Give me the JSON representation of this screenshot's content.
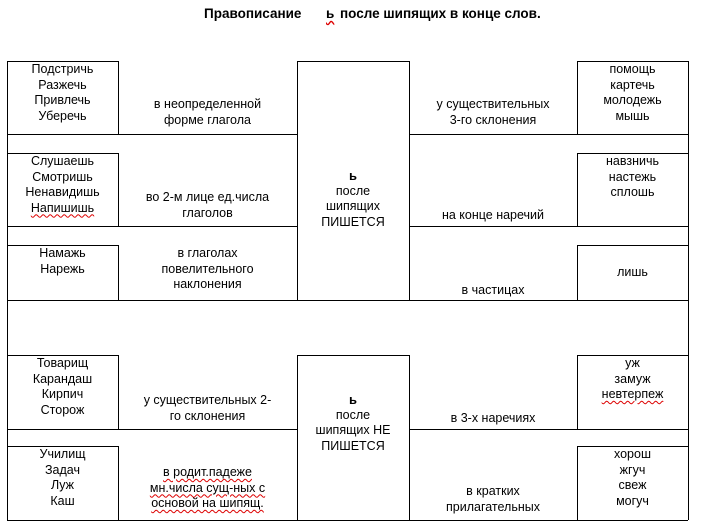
{
  "title": {
    "part1": "Правописание",
    "soft_sign": "ь",
    "part2": "после шипящих в конце слов."
  },
  "pishetsya": {
    "center": {
      "sign": "ь",
      "line1": "после",
      "line2": "шипящих",
      "line3": "ПИШЕТСЯ"
    },
    "rows": [
      {
        "words": [
          "Подстричь",
          "Разжечь",
          "Привлечь",
          "Уберечь"
        ],
        "rule": [
          "в неопределенной",
          "форме глагола"
        ],
        "right_rule": [
          "у существительных",
          "3-го склонения"
        ],
        "right_words": [
          "помощь",
          "картечь",
          "молодежь",
          "мышь"
        ]
      },
      {
        "words": [
          "Слушаешь",
          "Смотришь",
          "Ненавидишь",
          "Напишишь"
        ],
        "rule": [
          "во 2-м лице ед.числа",
          "глаголов"
        ],
        "right_rule": [
          "на конце наречий"
        ],
        "right_words": [
          "навзничь",
          "настежь",
          "сплошь"
        ]
      },
      {
        "words": [
          "Намажь",
          "Нарежь"
        ],
        "rule": [
          "в глаголах",
          "повелительного",
          "наклонения"
        ],
        "right_rule": [
          "в частицах"
        ],
        "right_words": [
          "лишь"
        ]
      }
    ]
  },
  "ne_pishetsya": {
    "center": {
      "sign": "ь",
      "line1": "после",
      "line2": "шипящих НЕ",
      "line3": "ПИШЕТСЯ"
    },
    "rows": [
      {
        "words": [
          "Товарищ",
          "Карандаш",
          "Кирпич",
          "Сторож"
        ],
        "rule": [
          "у существительных 2-",
          "го склонения"
        ],
        "right_rule": [
          "в 3-х наречиях"
        ],
        "right_words": [
          "уж",
          "замуж",
          "невтерпеж"
        ]
      },
      {
        "words": [
          "Училищ",
          "Задач",
          "Луж",
          "Каш"
        ],
        "rule": [
          "в родит.падеже",
          "мн.числа сущ-ных с",
          "основой на шипящ."
        ],
        "right_rule": [
          "в кратких",
          "прилагательных"
        ],
        "right_words": [
          "хорош",
          "жгуч",
          "свеж",
          "могуч"
        ]
      }
    ]
  }
}
